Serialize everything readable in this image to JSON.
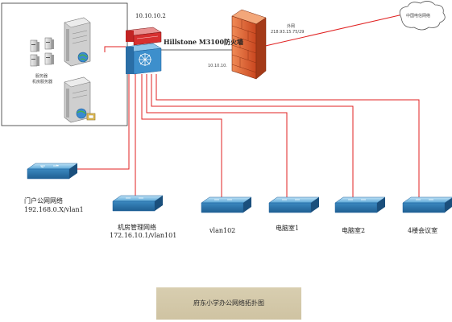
{
  "firewall": {
    "name": "Hillstone M3100防火墙",
    "inside_ip": "10.10.10.",
    "outside_ip": "218.93.15.75/29",
    "outside_label": "外网"
  },
  "core_switch": {
    "ip": "10.10.10.2"
  },
  "internet": {
    "label": "中国电信网络"
  },
  "server_room": {
    "server_label_1": "服务器",
    "server_label_2": "机房服务器"
  },
  "access_switches": [
    {
      "line1": "门户公网网络",
      "line2": "192.168.0.X/vlan1"
    },
    {
      "line1": "机房管理网络",
      "line2": "172.16.10.1/vlan101"
    },
    {
      "line1": "vlan102",
      "line2": ""
    },
    {
      "line1": "电脑室1",
      "line2": ""
    },
    {
      "line1": "电脑室2",
      "line2": ""
    },
    {
      "line1": "4楼会议室",
      "line2": ""
    }
  ],
  "title": "府东小学办公网络拓扑图",
  "colors": {
    "link": "#e02020",
    "cable": "#b01818",
    "switch_blue": "#2f7fb8",
    "firewall": "#d9582a",
    "title_bg": "#d4c9aa"
  }
}
